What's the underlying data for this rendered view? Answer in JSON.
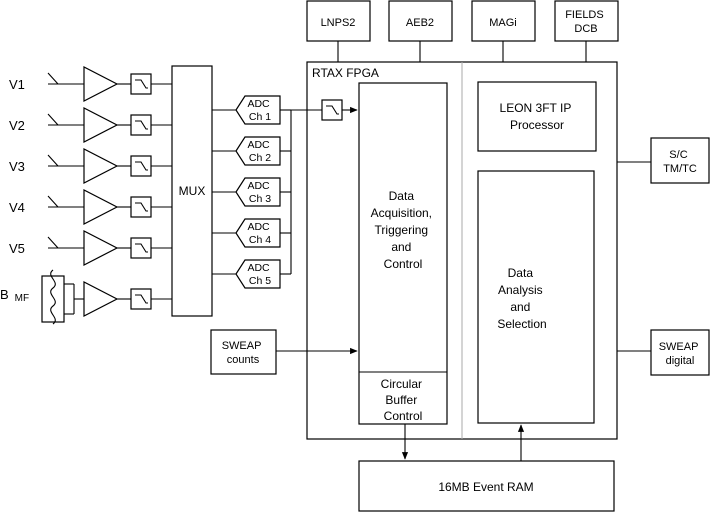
{
  "fpga": {
    "title": "RTAX FPGA",
    "daq_lines": [
      "Data",
      "Acquisition,",
      "Triggering",
      "and",
      "Control"
    ],
    "cbc_lines": [
      "Circular",
      "Buffer",
      "Control"
    ]
  },
  "processor": {
    "leon_lines": [
      "LEON 3FT IP",
      "Processor"
    ],
    "analysis_lines": [
      "Data",
      "Analysis",
      "and",
      "Selection"
    ]
  },
  "ram": {
    "label": "16MB Event RAM"
  },
  "top_boxes": [
    {
      "lines": [
        "LNPS2"
      ]
    },
    {
      "lines": [
        "AEB2"
      ]
    },
    {
      "lines": [
        "MAGi"
      ]
    },
    {
      "lines": [
        "FIELDS",
        "DCB"
      ]
    }
  ],
  "right_boxes": {
    "sc": {
      "lines": [
        "S/C",
        "TM/TC"
      ]
    },
    "sweap_digital": {
      "lines": [
        "SWEAP",
        "digital"
      ]
    }
  },
  "sweap_counts": {
    "lines": [
      "SWEAP",
      "counts"
    ]
  },
  "mux": {
    "label": "MUX"
  },
  "inputs": [
    "V1",
    "V2",
    "V3",
    "V4",
    "V5"
  ],
  "bmf": {
    "main": "B",
    "sub": "MF"
  },
  "adcs": [
    {
      "lines": [
        "ADC",
        "Ch 1"
      ]
    },
    {
      "lines": [
        "ADC",
        "Ch 2"
      ]
    },
    {
      "lines": [
        "ADC",
        "Ch 3"
      ]
    },
    {
      "lines": [
        "ADC",
        "Ch 4"
      ]
    },
    {
      "lines": [
        "ADC",
        "Ch 5"
      ]
    }
  ]
}
